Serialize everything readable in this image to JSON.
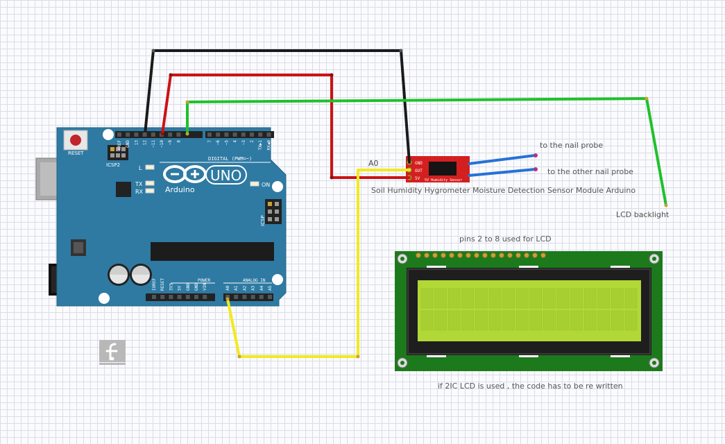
{
  "arduino": {
    "reset_label": "RESET",
    "icsp2_label": "ICSP2",
    "icsp_label": "ICSP",
    "led_l_label": "L",
    "led_tx_label": "TX",
    "led_rx_label": "RX",
    "on_label": "ON",
    "brand": "Arduino",
    "model": "UNO",
    "digital_label": "DIGITAL (PWM=~)",
    "digital_pins": [
      "AREF",
      "GND",
      "13",
      "12",
      "~11",
      "~10",
      "~9",
      "8",
      "7",
      "~6",
      "~5",
      "4",
      "~3",
      "2",
      "TX▶1",
      "RX◀0"
    ],
    "power_label": "POWER",
    "power_pins": [
      "IOREF",
      "RESET",
      "3V3",
      "5V",
      "GND",
      "GND",
      "VIN"
    ],
    "analog_label": "ANALOG IN",
    "analog_pins": [
      "A0",
      "A1",
      "A2",
      "A3",
      "A4",
      "A5"
    ]
  },
  "sensor": {
    "pins": [
      "GND",
      "OUT",
      "5V"
    ],
    "silk_label": "5V Humidity Sensor",
    "caption": "Soil Humidity Hygrometer Moisture Detection Sensor Module Arduino",
    "probe1_label": "to the nail probe",
    "probe2_label": "to the other nail probe",
    "a0_label": "A0"
  },
  "notes": {
    "lcd_backlight": "LCD backlight",
    "lcd_pins": "pins 2 to 8 used for LCD",
    "i2c_note": "if 2IC LCD is used , the code has to be re written"
  },
  "colors": {
    "board": "#2e7aa3",
    "wire_black": "#1a1a1a",
    "wire_red": "#cc1212",
    "wire_green": "#1fc12a",
    "wire_yellow": "#f2ea1d",
    "wire_blue": "#2672d6",
    "lcd_pcb": "#1c7a1c",
    "lcd_screen": "#b2d838",
    "sensor_pcb": "#d41f1f"
  }
}
